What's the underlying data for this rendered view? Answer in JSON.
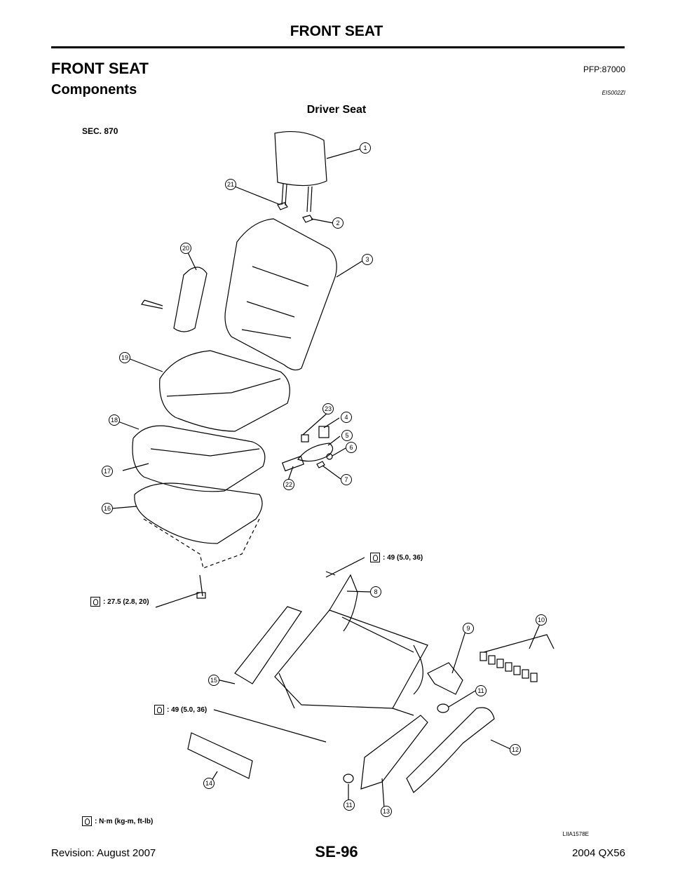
{
  "header": {
    "title": "FRONT SEAT"
  },
  "section": {
    "title": "FRONT SEAT",
    "code": "PFP:87000"
  },
  "subsection": {
    "title": "Components",
    "code": "EIS002ZI"
  },
  "figure": {
    "title": "Driver Seat",
    "sec_label": "SEC. 870",
    "code": "LIIA1578E",
    "torques": {
      "t1": ": 49 (5.0, 36)",
      "t2": ": 27.5 (2.8, 20)",
      "t3": ": 49 (5.0, 36)",
      "legend": ": N·m (kg-m, ft-lb)"
    },
    "callouts": [
      "1",
      "2",
      "3",
      "4",
      "5",
      "6",
      "7",
      "8",
      "9",
      "10",
      "11",
      "11",
      "12",
      "13",
      "14",
      "15",
      "16",
      "17",
      "18",
      "19",
      "20",
      "21",
      "22",
      "23"
    ]
  },
  "footer": {
    "left": "Revision: August 2007",
    "center": "SE-96",
    "right": "2004 QX56"
  }
}
